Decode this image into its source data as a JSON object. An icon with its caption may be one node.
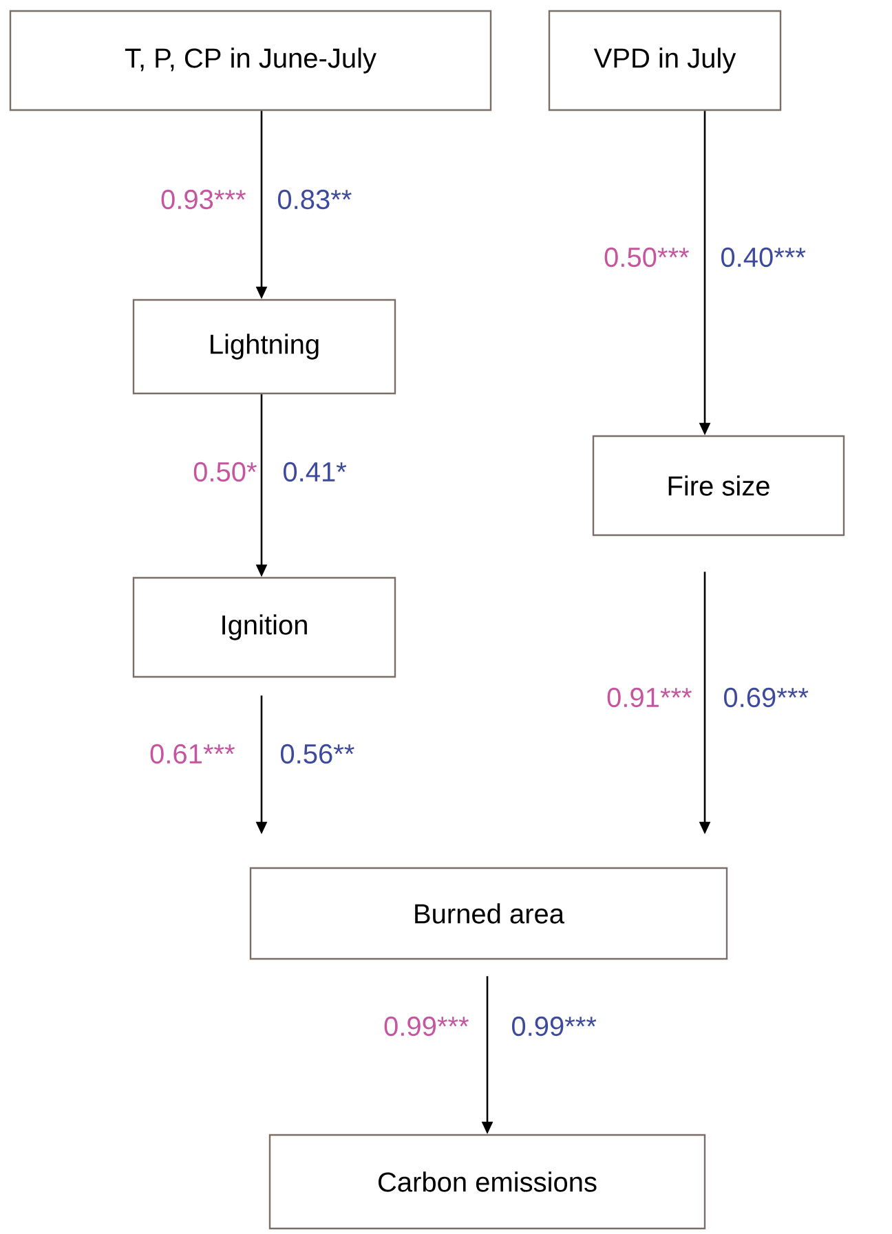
{
  "diagram": {
    "nodes": [
      {
        "text": [
          "T, P, CP in June-July"
        ]
      },
      {
        "text": [
          "VPD in July"
        ]
      },
      {
        "text": [
          "Lightning"
        ]
      },
      {
        "text": [
          "Fire size"
        ]
      },
      {
        "text": [
          "Ignition"
        ]
      },
      {
        "text": [
          "Burned area"
        ]
      },
      {
        "text": [
          "Carbon emissions"
        ]
      }
    ],
    "edges": [
      {
        "from": 0,
        "to": 2,
        "arrow": "to"
      },
      {
        "from": 1,
        "to": 3,
        "arrow": "to"
      },
      {
        "from": 2,
        "to": 4,
        "arrow": "to"
      },
      {
        "from": 3,
        "to": 5,
        "arrow": "to"
      },
      {
        "from": 4,
        "to": 5,
        "arrow": "to"
      },
      {
        "from": 5,
        "to": 6,
        "arrow": "to"
      }
    ],
    "labels": [
      "0.93***",
      "0.83**",
      "0.50***",
      "0.40***",
      "0.50*",
      "0.41*",
      "0.91***",
      "0.69***",
      "0.61***",
      "0.56**",
      "0.99***",
      "0.99***"
    ]
  }
}
